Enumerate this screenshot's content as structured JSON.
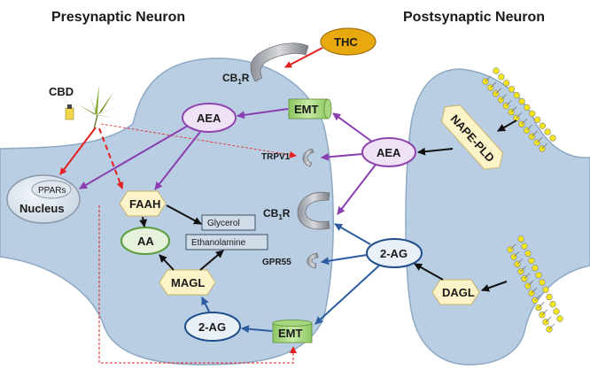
{
  "titles": {
    "presynaptic": "Presynaptic Neuron",
    "postsynaptic": "Postsynaptic Neuron"
  },
  "molecules": {
    "thc": "THC",
    "cbd": "CBD",
    "aea": "AEA",
    "two_ag": "2-AG",
    "aa": "AA",
    "faah": "FAAH",
    "magl": "MAGL",
    "dagl": "DAGL",
    "nape_pld": "NAPE-PLD",
    "emt": "EMT",
    "glycerol": "Glycerol",
    "ethanolamine": "Ethanolamine",
    "ppars": "PPARs",
    "nucleus": "Nucleus"
  },
  "receptors": {
    "cb1r_base": "CB",
    "cb1r_sub": "1",
    "cb1r_tail": "R",
    "trpv1": "TRPV1",
    "gpr55": "GPR55"
  },
  "colors": {
    "neuron_fill": "#b9cde3",
    "thc_fill": "#e8a90f",
    "aea_stroke": "#8e44ad",
    "aea_fill": "#efe2f7",
    "twoag_stroke": "#1f4e8c",
    "aa_stroke": "#5a9c3a",
    "aa_fill": "#e6f2dc",
    "enzyme_fill": "#fdf3c8",
    "emt_fill": "#b5df8e",
    "red_arrow": "#e52020",
    "purple_arrow": "#8a3fb0",
    "blue_arrow": "#2d5da0"
  },
  "icons": [
    "cannabis-leaf-icon",
    "cbd-oil-bottle-icon",
    "membrane-lipid-bilayer-icon",
    "receptor-channel-icon"
  ]
}
